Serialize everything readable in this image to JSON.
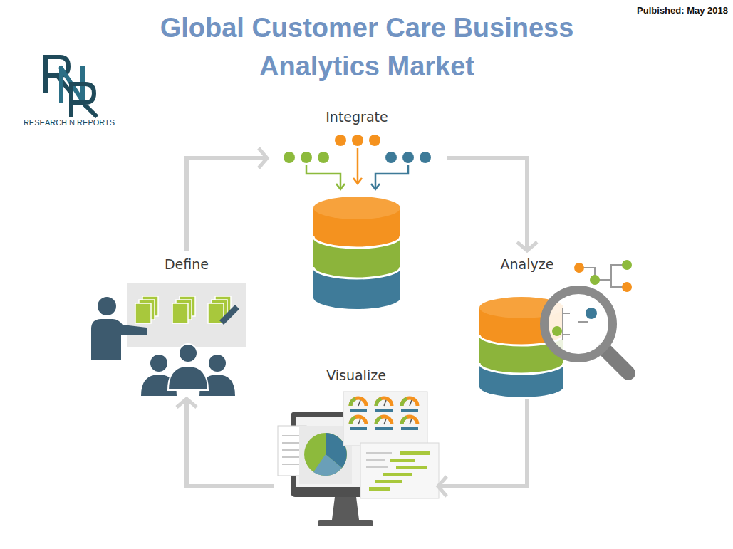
{
  "diagram": {
    "title": "Global Customer Care Business Analytics Market",
    "nodes": [
      {
        "text": [
          "Integrate"
        ]
      },
      {
        "text": [
          "Define"
        ]
      },
      {
        "text": [
          "Analyze"
        ]
      },
      {
        "text": [
          "Visualize"
        ]
      }
    ],
    "edges": [
      {
        "from": 0,
        "to": 2,
        "arrow": "to"
      },
      {
        "from": 2,
        "to": 3,
        "arrow": "to"
      },
      {
        "from": 3,
        "to": 1,
        "arrow": "to"
      },
      {
        "from": 1,
        "to": 0,
        "arrow": "to"
      }
    ],
    "labels": [
      "Pulbished: May 2018",
      "RESEARCH N REPORTS"
    ]
  }
}
